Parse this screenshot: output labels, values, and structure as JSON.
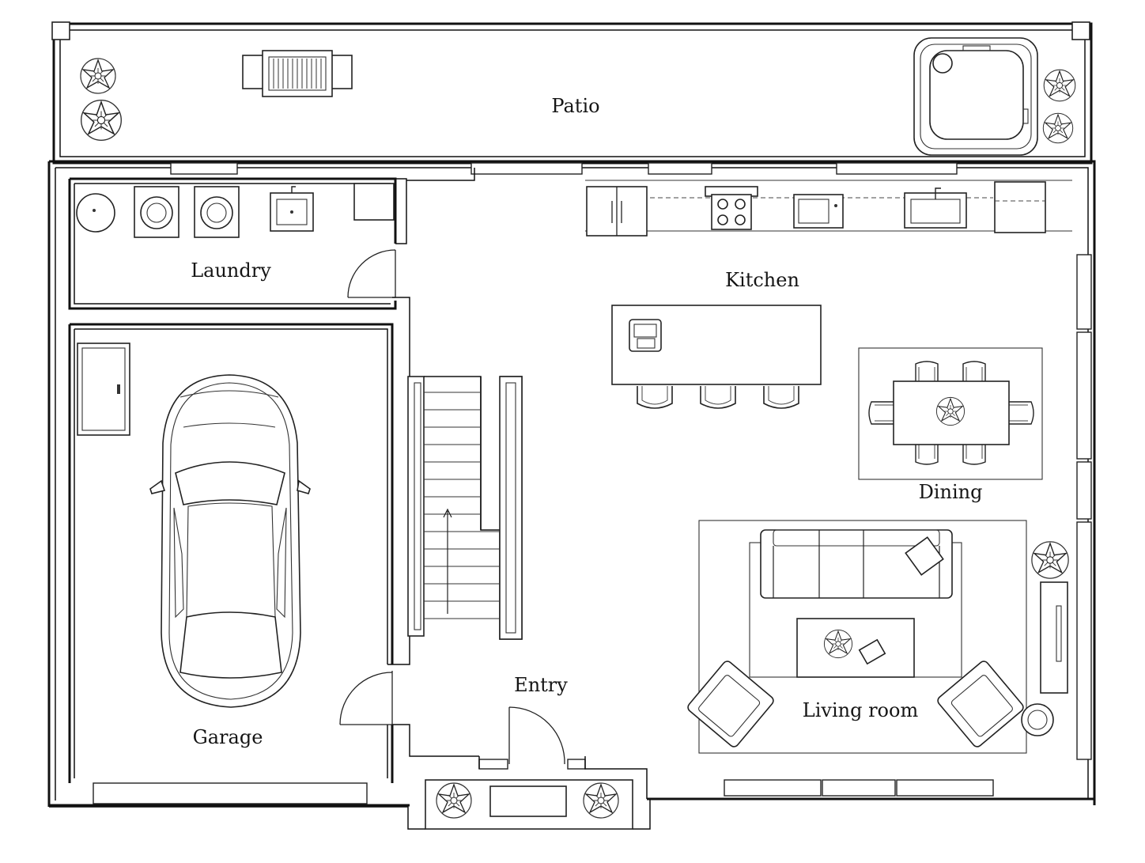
{
  "rooms": {
    "patio": "Patio",
    "laundry": "Laundry",
    "kitchen": "Kitchen",
    "dining": "Dining",
    "garage": "Garage",
    "entry": "Entry",
    "living": "Living room"
  },
  "icons": {
    "plant": "potted-plant-icon",
    "car": "car-icon",
    "sofa": "sofa-icon",
    "armchair": "armchair-icon",
    "hot_tub": "hot-tub-icon",
    "grill": "grill-icon"
  },
  "colors": {
    "line": "#111111",
    "background": "#ffffff"
  }
}
